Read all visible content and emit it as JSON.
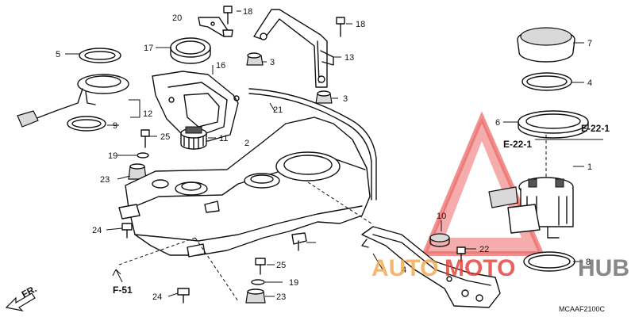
{
  "callouts": {
    "p1": "1",
    "p2": "2",
    "p3a": "3",
    "p3b": "3",
    "p4a": "4",
    "p4b": "4",
    "p5": "5",
    "p6": "6",
    "p7": "7",
    "p8": "8",
    "p9": "9",
    "p10": "10",
    "p11": "11",
    "p12": "12",
    "p13": "13",
    "p16": "16",
    "p17": "17",
    "p18a": "18",
    "p18b": "18",
    "p19a": "19",
    "p19b": "19",
    "p20": "20",
    "p21": "21",
    "p22": "22",
    "p23a": "23",
    "p23b": "23",
    "p24a": "24",
    "p24b": "24",
    "p25a": "25",
    "p25b": "25"
  },
  "references": {
    "e22_right": "E-22-1",
    "e22_center": "E-22-1",
    "f51": "F-51",
    "front_arrow": "FR."
  },
  "diagram_code": "MCAAF2100C",
  "watermark": {
    "brand_left": "AUTO",
    "brand_middle": "MOTO",
    "brand_right": "HUB",
    "color_orange": "#f2a64a",
    "color_red": "#e53935",
    "color_gray": "#6b6b6b"
  }
}
